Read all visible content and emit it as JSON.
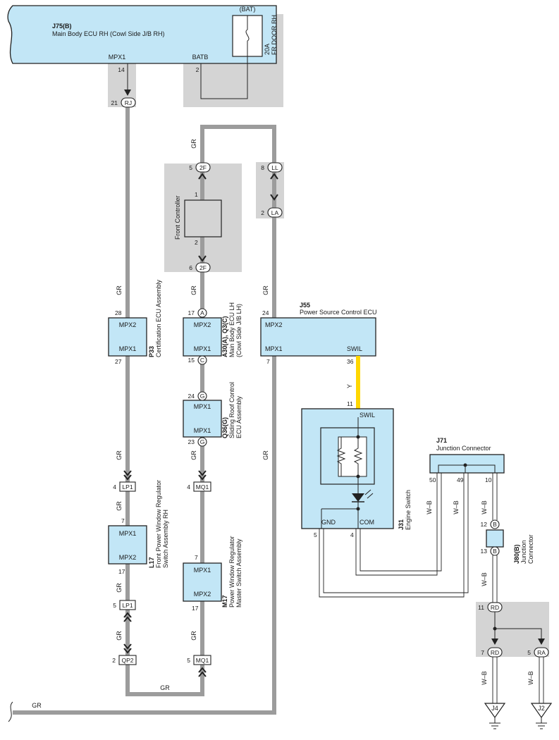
{
  "ecu_top": {
    "code": "J75(B)",
    "name": "Main Body ECU RH (Cowl Side J/B RH)",
    "pin_left": "MPX1",
    "pin_right": "BATB",
    "pin_left_num": "14",
    "pin_right_num": "2"
  },
  "fuse": {
    "source": "(BAT)",
    "rating": "20A",
    "name": "FR DOOR RH"
  },
  "connectors": {
    "rj": "RJ",
    "rj_pin": "21",
    "f2_top": "2F",
    "f2_top_pin": "5",
    "f2_bot": "2F",
    "f2_bot_pin": "6",
    "ll": "LL",
    "ll_pin": "8",
    "la": "LA",
    "la_pin": "2",
    "a": "A",
    "a_pin": "17",
    "c": "C",
    "c_pin": "15",
    "g1": "G",
    "g1_pin": "24",
    "g2": "G",
    "g2_pin": "23",
    "lp1a": "LP1",
    "lp1a_pin": "4",
    "mq1a": "MQ1",
    "mq1a_pin": "4",
    "lp1b": "LP1",
    "lp1b_pin": "5",
    "qp2": "QP2",
    "qp2_pin": "2",
    "mq1b": "MQ1",
    "mq1b_pin": "5",
    "b1": "B",
    "b1_pin": "12",
    "b2": "B",
    "b2_pin": "13",
    "rd1": "RD",
    "rd1_pin": "11",
    "rd2": "RD",
    "rd2_pin": "7",
    "ra": "RA",
    "ra_pin": "5"
  },
  "front_controller": {
    "name": "Front Controller",
    "pin_top": "1",
    "pin_bottom": "2"
  },
  "p33": {
    "code": "P33",
    "name": "Certification ECU Assembly",
    "mpx2": "MPX2",
    "mpx1": "MPX1",
    "pin_top": "28",
    "pin_bottom": "27"
  },
  "a30": {
    "code": "A30(A), Q3(C)",
    "name_line1": "Main Body ECU LH",
    "name_line2": "(Cowl Side J/B LH)",
    "mpx2": "MPX2",
    "mpx1": "MPX1"
  },
  "j55": {
    "code": "J55",
    "name": "Power Source Control ECU",
    "mpx2": "MPX2",
    "mpx1": "MPX1",
    "swil": "SWIL",
    "pin_mpx2": "24",
    "pin_mpx1": "7",
    "pin_swil": "36"
  },
  "q36": {
    "code": "Q36(G)",
    "name_line1": "Sliding Roof Control",
    "name_line2": "ECU Assembly",
    "mpx1_top": "MPX1",
    "mpx1_bot": "MPX1"
  },
  "j31": {
    "code": "J31",
    "name": "Engine Switch",
    "swil": "SWIL",
    "gnd": "GND",
    "com": "COM",
    "pin_swil": "11",
    "pin_gnd": "5",
    "pin_com": "4"
  },
  "j71": {
    "code": "J71",
    "name": "Junction Connector",
    "pin_50": "50",
    "pin_49": "49",
    "pin_10": "10"
  },
  "l17": {
    "code": "L17",
    "name_line1": "Front Power Window Regulator",
    "name_line2": "Switch Assembly RH",
    "mpx1": "MPX1",
    "mpx2": "MPX2",
    "pin_top": "7",
    "pin_bottom": "17"
  },
  "m17": {
    "code": "M17",
    "name_line1": "Power Window Regulator",
    "name_line2": "Master Switch Assembly",
    "mpx1": "MPX1",
    "mpx2": "MPX2",
    "pin_top": "7",
    "pin_bottom": "17"
  },
  "j80": {
    "code": "J80(B)",
    "name_line1": "Junction",
    "name_line2": "Connector"
  },
  "grounds": {
    "j4": "J4",
    "j2": "J2"
  },
  "wire_colors": {
    "gr": "GR",
    "y": "Y",
    "wb": "W–B"
  },
  "colors": {
    "ecu_fill": "#c2e6f6",
    "wire_gray": "#9c9c9c",
    "wire_yellow": "#ffd700",
    "shade": "#d4d4d4"
  }
}
